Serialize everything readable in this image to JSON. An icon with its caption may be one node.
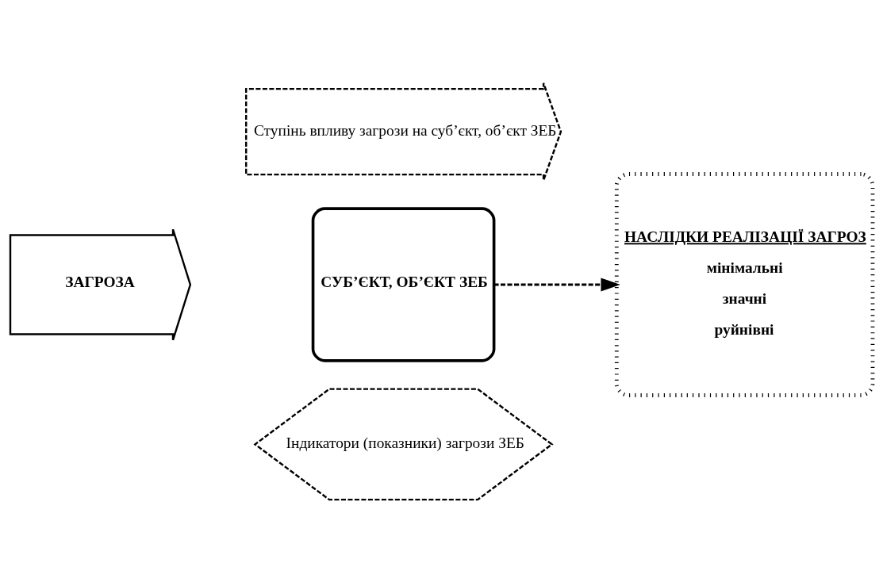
{
  "diagram": {
    "nodes": [
      {
        "text": [
          "ЗАГРОЗА"
        ]
      },
      {
        "text": [
          "СУБ’ЄКТ, ОБ’ЄКТ ЗЕБ"
        ]
      },
      {
        "text": [
          "Ступінь впливу загрози на суб’єкт, об’єкт ЗЕБ"
        ]
      },
      {
        "text": [
          "НАСЛІДКИ РЕАЛІЗАЦІЇ ЗАГРОЗ",
          "мінімальні",
          "значні",
          "руйнівні"
        ]
      },
      {
        "text": [
          "Індикатори (показники) загрози ЗЕБ"
        ]
      }
    ],
    "edges": [
      {
        "from": 1,
        "to": 3,
        "arrow": "to",
        "style": "dashed"
      }
    ]
  }
}
